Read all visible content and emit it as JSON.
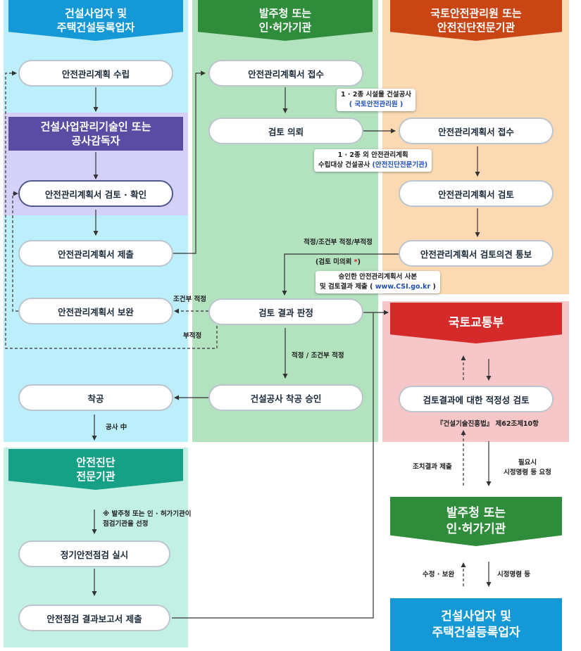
{
  "colors": {
    "panel_left": "#bdeefb",
    "panel_left_purple": "#d4d0f7",
    "panel_mid": "#b3e2bf",
    "panel_right": "#fad9b3",
    "panel_pink": "#f6c6c8",
    "panel_teal": "#c3f0e4",
    "banner_blue": "#1499d6",
    "banner_purple": "#5a4ba3",
    "banner_green": "#2f8c3a",
    "banner_orange": "#c94513",
    "banner_red": "#d52a2a",
    "banner_teal": "#16a085"
  },
  "banners": {
    "left_top": "건설사업자 및\n주택건설등록업자",
    "left_purple": "건설사업관리기술인 또는\n공사감독자",
    "mid_top": "발주청 또는\n인·허가기관",
    "right_top": "국토안전관리원 또는\n안전진단전문기관",
    "molit": "국토교통부",
    "teal": "안전진단\n전문기관",
    "bottom_green": "발주청 또는\n인·허가기관",
    "bottom_blue": "건설사업자 및\n주택건설등록업자"
  },
  "steps": {
    "plan_create": "안전관리계획 수립",
    "plan_review_confirm": "안전관리계획서 검토 · 확인",
    "plan_submit": "안전관리계획서 제출",
    "plan_supplement": "안전관리계획서 보완",
    "start_work": "착공",
    "regular_inspection": "정기안전점검 실시",
    "inspection_report": "안전점검 결과보고서 제출",
    "mid_receive": "안전관리계획서 접수",
    "review_request": "검토 의뢰",
    "result_judgment": "검토 결과 판정",
    "start_approval": "건설공사 착공 승인",
    "right_receive": "안전관리계획서 접수",
    "right_review": "안전관리계획서 검토",
    "right_notify": "안전관리계획서 검토의견 통보",
    "adequacy_review": "검토결과에 대한 적정성 검토"
  },
  "labels": {
    "class12": "1 · 2종 시설물 건설공사",
    "class12_org": "( 국토안전관리원 )",
    "other_line1": "1 · 2종 외 안전관리계획",
    "other_line2": "수립대상 건설공사",
    "other_org": "(안전진단전문기관)",
    "judgment": "적정/조건부 적정/부적정",
    "not_reviewed": "(검토 미의뢰 ",
    "asterisk": "*",
    "close_paren": ")",
    "approved_line1": "승인한 안전관리계획서 사본",
    "approved_line2": "및 검토결과 제출 (",
    "approved_url": " www.CSI.go.kr ",
    "approved_close": ")",
    "conditional": "조건부 적정",
    "inadequate": "부적정",
    "adequate_cond": "적정 / 조건부 적정",
    "under_construction": "공사 中",
    "teal_note": "※ 발주청 또는 인 · 허가기관이\n점검기관을 선정",
    "law": "『건설기술진흥법』 제62조제10항",
    "action_result": "조치결과 제출",
    "if_needed": "필요시\n시정명령 등 요청",
    "fix_supplement": "수정 · 보완",
    "correction_order": "시정명령 등"
  }
}
